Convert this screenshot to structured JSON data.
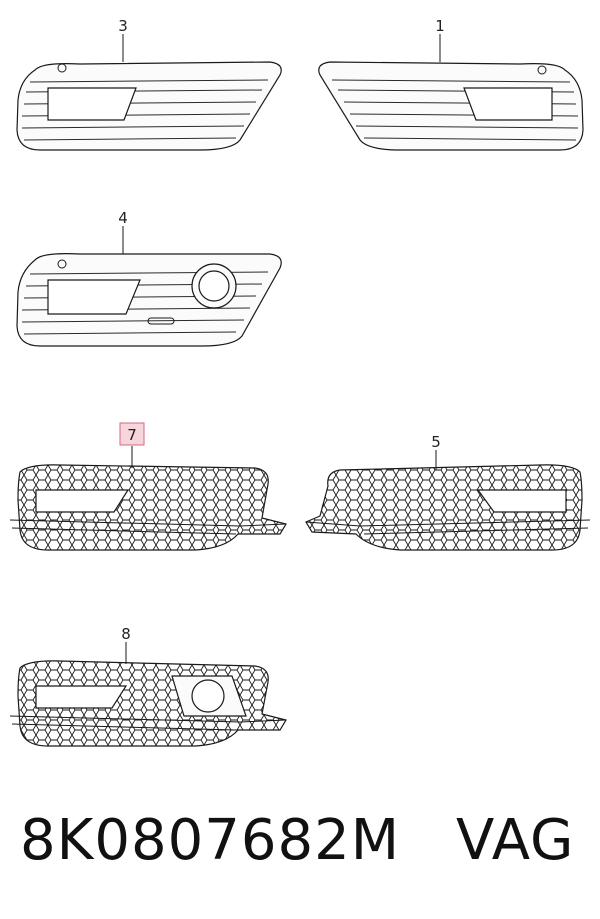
{
  "diagram": {
    "callouts": {
      "c3": "3",
      "c1": "1",
      "c4": "4",
      "c7": "7",
      "c5": "5",
      "c8": "8"
    },
    "highlight_color": "#f6d6dc"
  },
  "footer": {
    "part_number": "8K0807682M",
    "brand": "VAG"
  }
}
